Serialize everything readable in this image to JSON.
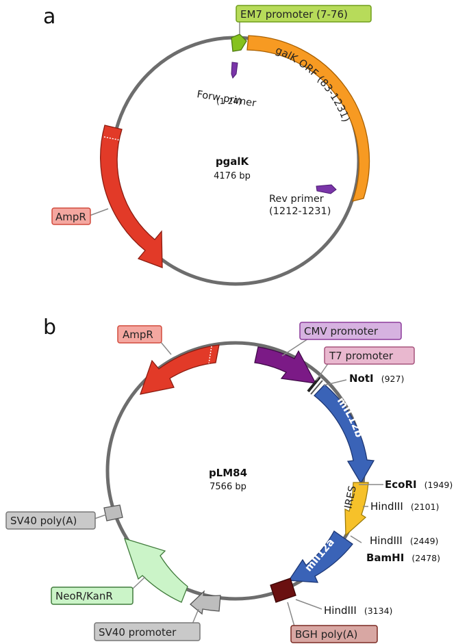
{
  "panel_a": {
    "letter": "a",
    "plasmid_name": "pgalK",
    "plasmid_size": "4176 bp",
    "features": {
      "em7": "EM7 promoter (7-76)",
      "galk": "galK ORF (83-1231)",
      "ampr": "AmpR",
      "forw_primer": "Forw primer",
      "forw_primer_range": "(1-24)",
      "rev_primer": "Rev primer",
      "rev_primer_range": "(1212-1231)"
    }
  },
  "panel_b": {
    "letter": "b",
    "plasmid_name": "pLM84",
    "plasmid_size": "7566 bp",
    "features": {
      "ampr": "AmpR",
      "cmv": "CMV promoter",
      "t7": "T7 promoter",
      "mil12b": "mIL12b",
      "ires": "IRES",
      "mil12a": "mIl12a",
      "bgh": "BGH poly(A)",
      "sv40_promoter": "SV40 promoter",
      "neor": "NeoR/KanR",
      "sv40_polya": "SV40 poly(A)"
    },
    "sites": [
      {
        "name": "NotI",
        "pos": "(927)",
        "bold": true
      },
      {
        "name": "EcoRI",
        "pos": "(1949)",
        "bold": true
      },
      {
        "name": "HindIII",
        "pos": "(2101)",
        "bold": false
      },
      {
        "name": "HindIII",
        "pos": "(2449)",
        "bold": false
      },
      {
        "name": "BamHI",
        "pos": "(2478)",
        "bold": true
      },
      {
        "name": "HindIII",
        "pos": "(3134)",
        "bold": false
      }
    ]
  },
  "colors": {
    "backbone": "#6d6d6d",
    "em7": "#86c21e",
    "galk": "#f79a22",
    "ampr": "#e23a28",
    "primer": "#7a35a8",
    "cmv": "#7b1a86",
    "mil12": "#3a63b7",
    "ires": "#f6c12a",
    "bgh": "#6a1010",
    "sv40": "#bdbdbd",
    "neor": "#cbf4c8"
  }
}
